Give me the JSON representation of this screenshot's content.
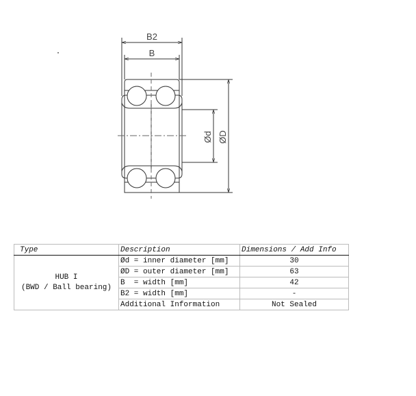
{
  "drawing": {
    "labels": {
      "b2": "B2",
      "b": "B",
      "inner_d": "Ød",
      "outer_d": "ØD"
    }
  },
  "table": {
    "headers": [
      "Type",
      "Description",
      "Dimensions / Add Info"
    ],
    "type_line1": "HUB I",
    "type_line2": "(BWD / Ball bearing)",
    "rows": [
      {
        "description": "Ød = inner diameter [mm]",
        "value": "30"
      },
      {
        "description": "ØD = outer diameter [mm]",
        "value": "63"
      },
      {
        "description": "B  = width [mm]",
        "value": "42"
      },
      {
        "description": "B2 = width [mm]",
        "value": "-"
      },
      {
        "description": "Additional Information",
        "value": "Not Sealed"
      }
    ]
  }
}
